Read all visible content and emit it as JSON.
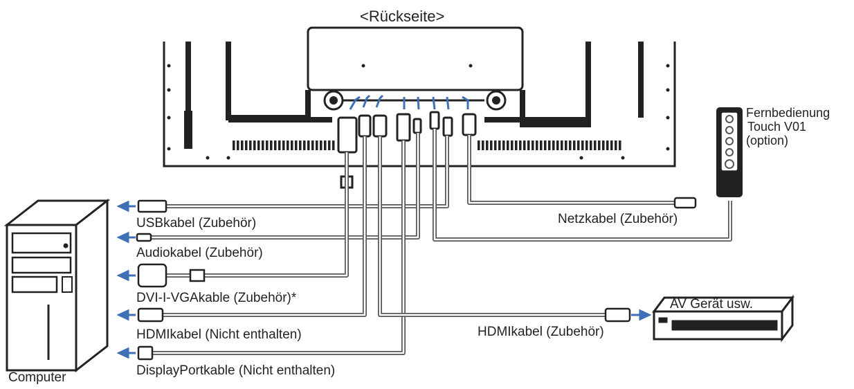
{
  "title": "<Rückseite>",
  "remote": {
    "line1": "Fernbedienung",
    "line2": "Touch V01",
    "line3": "(option)"
  },
  "computer_label": "Computer",
  "av_device_label": "AV Gerät usw.",
  "cables": {
    "usb": "USBkabel (Zubehör)",
    "audio": "Audiokabel (Zubehör)",
    "dvi_vga": "DVI-I-VGAkable (Zubehör)*",
    "hdmi_computer": "HDMIkabel (Nicht enthalten)",
    "displayport": "DisplayPortkable (Nicht enthalten)",
    "power": "Netzkabel (Zubehör)",
    "hdmi_av": "HDMIkabel (Zubehör)"
  },
  "colors": {
    "line": "#222222",
    "arrow": "#3f6fb5",
    "cable_outline": "#555555"
  }
}
